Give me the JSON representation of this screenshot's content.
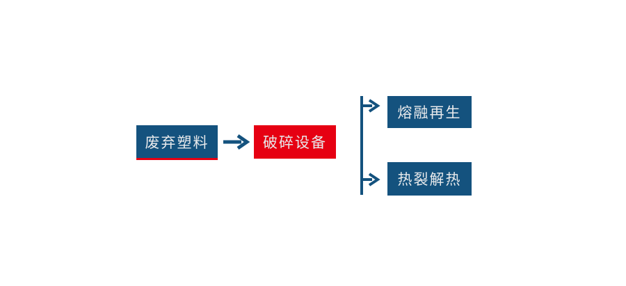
{
  "diagram": {
    "type": "flowchart",
    "background": "#ffffff",
    "nodes": [
      {
        "id": "waste-plastic",
        "label": "废弃塑料",
        "fill": "#14527e",
        "underline": "#e60012"
      },
      {
        "id": "crushing-equipment",
        "label": "破碎设备",
        "fill": "#e60012"
      },
      {
        "id": "melt-regeneration",
        "label": "熔融再生",
        "fill": "#14527e"
      },
      {
        "id": "thermal-pyrolysis",
        "label": "热裂解热",
        "fill": "#14527e"
      }
    ],
    "edges": [
      {
        "from": "waste-plastic",
        "to": "crushing-equipment",
        "style": "arrow"
      },
      {
        "from": "crushing-equipment",
        "to": "melt-regeneration",
        "style": "branch-arrow"
      },
      {
        "from": "crushing-equipment",
        "to": "thermal-pyrolysis",
        "style": "branch-arrow"
      }
    ],
    "colors": {
      "node_blue": "#14527e",
      "node_red": "#e60012",
      "arrow_blue": "#14527e",
      "label_text": "#e8eaec",
      "background": "#ffffff"
    }
  }
}
